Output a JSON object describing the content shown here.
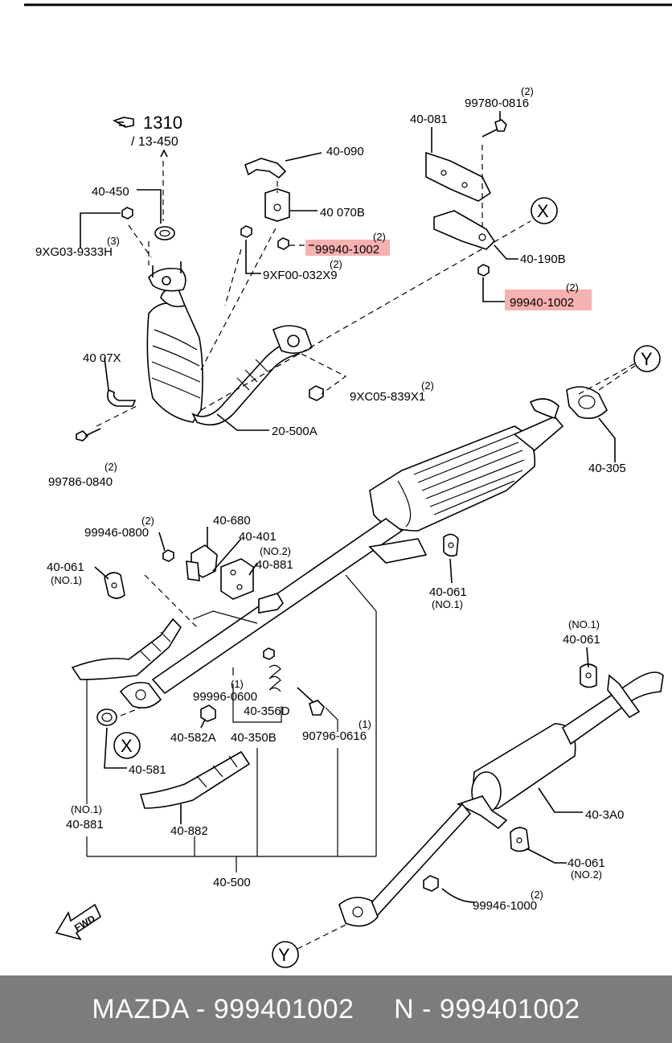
{
  "labels": {
    "ref_main": "1310",
    "ref_sub": "/ 13-450",
    "p40_450": "40-450",
    "p9xg03_qty": "(3)",
    "p9xg03": "9XG03-9333H",
    "p40_090": "40-090",
    "p40_070b": "40 070B",
    "p99940_a_qty": "(2)",
    "p99940_a": "99940-1002",
    "p9xf00_qty": "(2)",
    "p9xf00": "9XF00-032X9",
    "p40_07x": "40 07X",
    "p9xc05_qty": "(2)",
    "p9xc05": "9XC05-839X1",
    "p20_500a": "20-500A",
    "p99786_qty": "(2)",
    "p99786": "99786-0840",
    "p40_081": "40-081",
    "p99780_qty": "(2)",
    "p99780": "99780-0816",
    "p40_190b": "40-190B",
    "p99940_b_qty": "(2)",
    "p99940_b": "99940-1002",
    "marker_x": "X",
    "marker_y": "Y",
    "p40_305": "40-305",
    "p99946_0800_qty": "(2)",
    "p99946_0800": "99946-0800",
    "p40_680": "40-680",
    "p40_401": "40-401",
    "p40_881_no2_tag": "(NO.2)",
    "p40_881_no2": "40-881",
    "p40_061_left": "40-061",
    "p40_061_left_tag": "(NO.1)",
    "p40_061_mid": "40-061",
    "p40_061_mid_tag": "(NO.1)",
    "p40_061_right_tag": "(NO.1)",
    "p40_061_right": "40-061",
    "p99996_qty": "(1)",
    "p99996": "99996-0600",
    "p40_356d": "40-356D",
    "p90796_qty": "(1)",
    "p90796": "90796-0616",
    "p40_582a": "40-582A",
    "p40_350b": "40-350B",
    "p40_581": "40-581",
    "p40_881_no1_tag": "(NO.1)",
    "p40_881_no1": "40-881",
    "p40_882": "40-882",
    "p40_500": "40-500",
    "p40_3a0": "40-3A0",
    "p40_061_no2": "40-061",
    "p40_061_no2_tag": "(NO.2)",
    "p99946_1000_qty": "(2)",
    "p99946_1000": "99946-1000",
    "fwd": "FWD"
  },
  "footer": {
    "brand_part": "MAZDA - 999401002",
    "n_part": "N - 999401002"
  },
  "colors": {
    "highlight": "#f4a3a3",
    "footer_bg": "#7c7c7c",
    "footer_text": "#ffffff"
  }
}
